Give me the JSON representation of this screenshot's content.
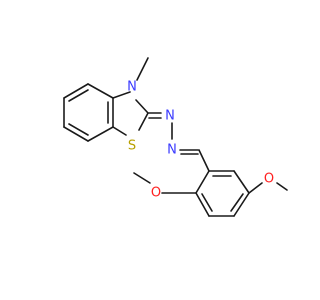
{
  "structure": {
    "atoms": [
      {
        "id": "N_ring",
        "label": "N",
        "color": "#3a3aff"
      },
      {
        "id": "S_ring",
        "label": "S",
        "color": "#b8a000"
      },
      {
        "id": "N_hydrazone_1",
        "label": "N",
        "color": "#3a3aff"
      },
      {
        "id": "N_hydrazone_2",
        "label": "N",
        "color": "#3a3aff"
      },
      {
        "id": "O_top",
        "label": "O",
        "color": "#ff2020"
      },
      {
        "id": "O_left",
        "label": "O",
        "color": "#ff2020"
      }
    ]
  }
}
